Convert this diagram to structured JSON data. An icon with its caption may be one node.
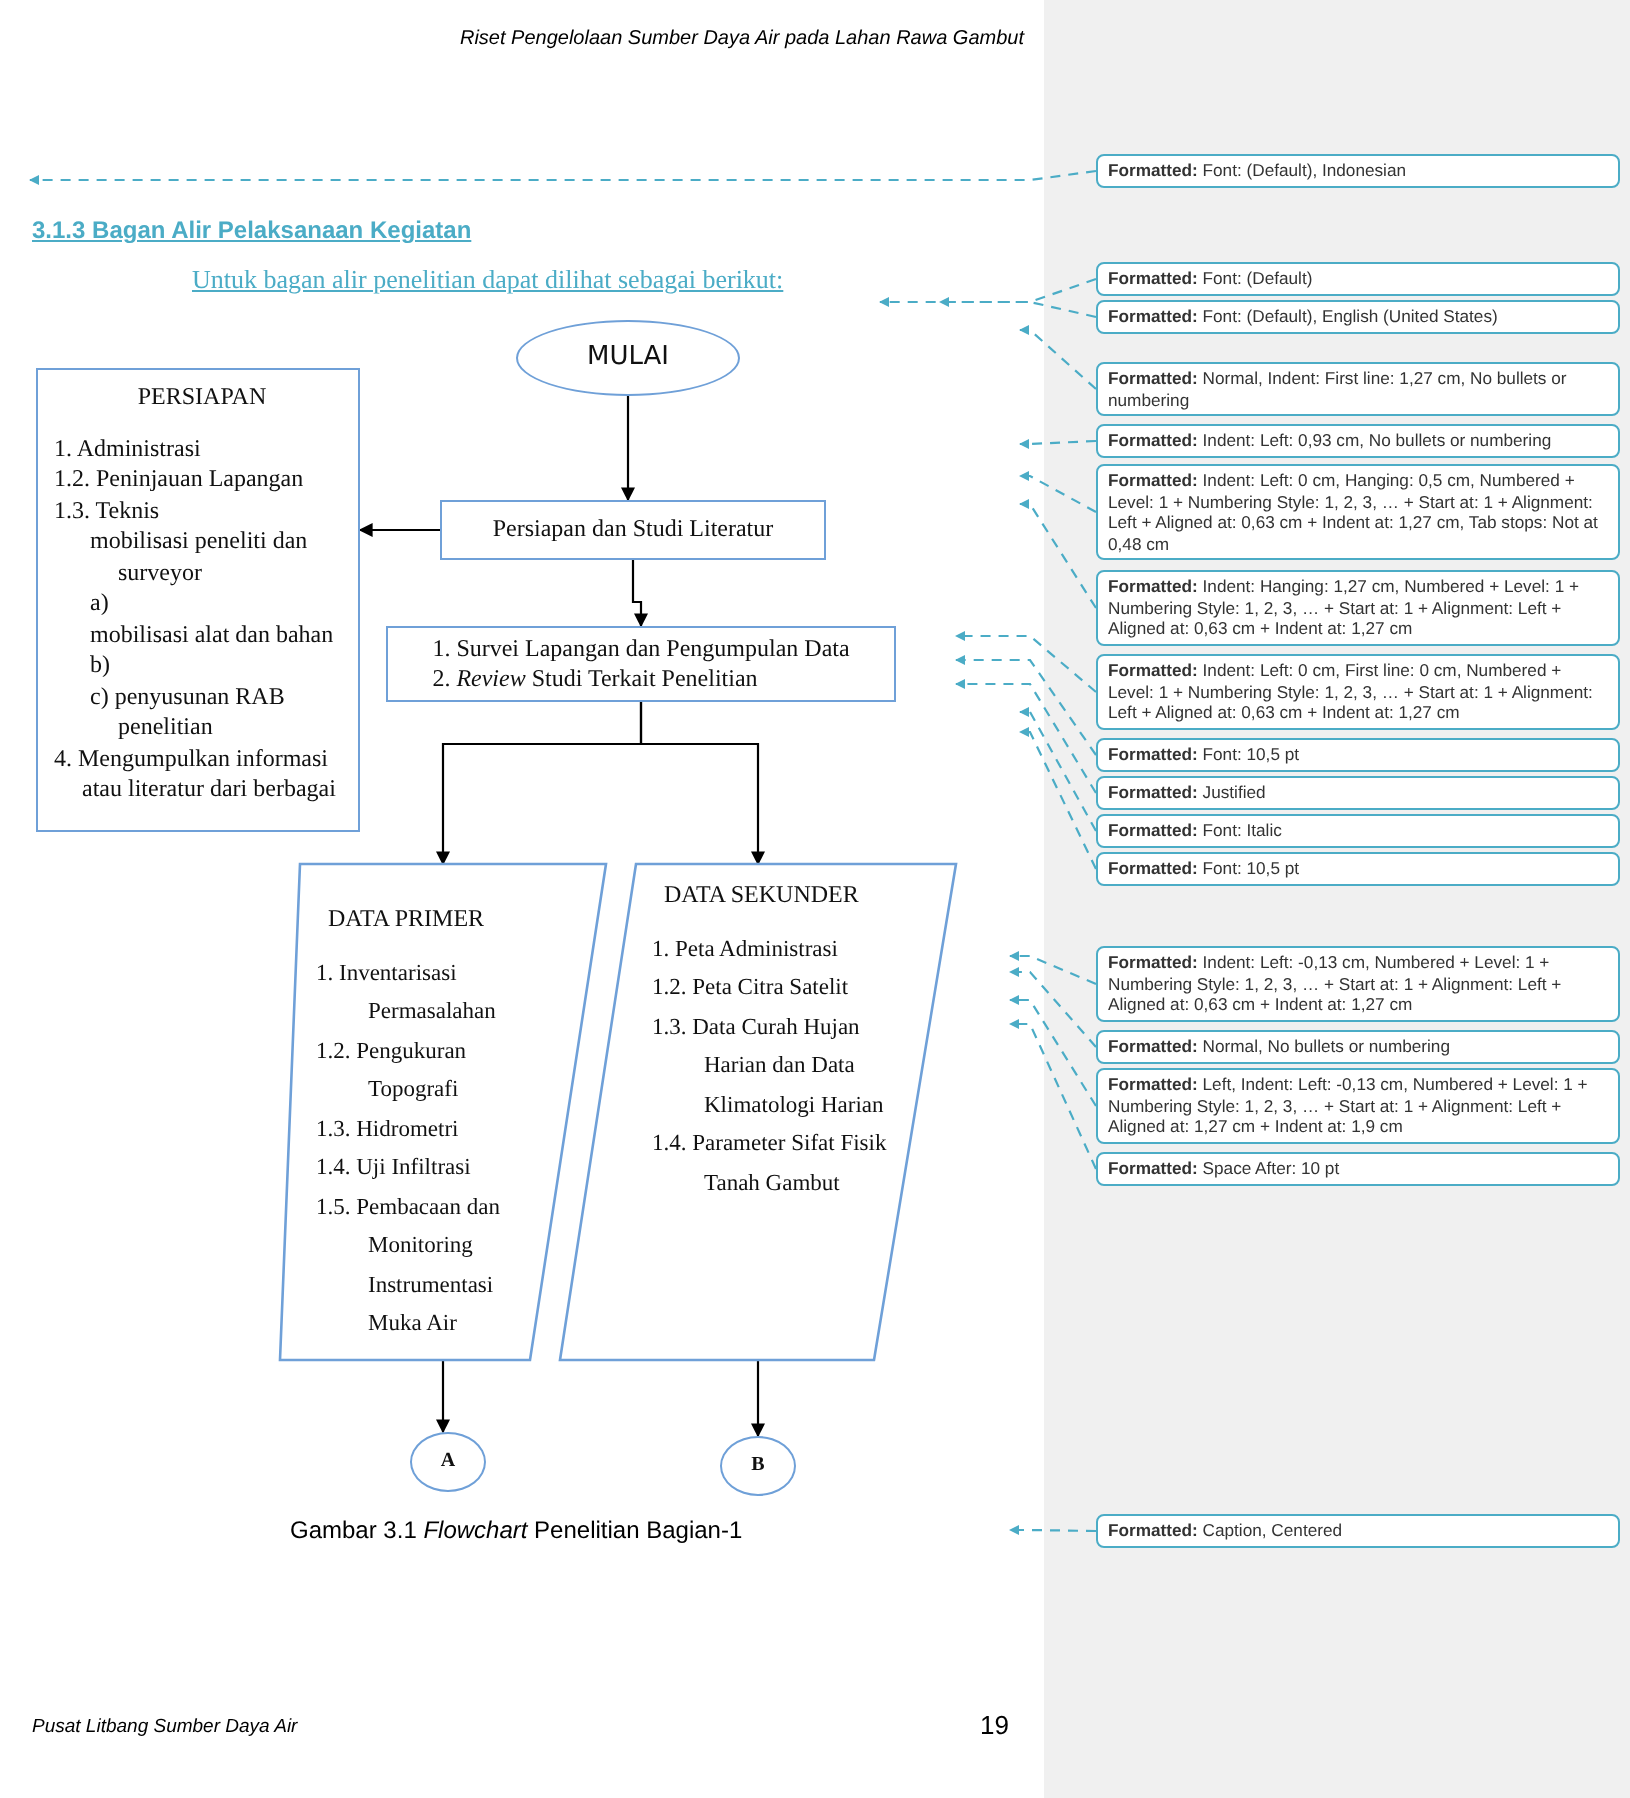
{
  "diagram": {
    "title": "3.1.3 Bagan Alir Pelaksanaan Kegiatan",
    "caption": "Gambar 3.1 *Flowchart* Penelitian Bagian-1",
    "nodes": [
      {
        "text": [
          "MULAI"
        ]
      },
      {
        "text": [
          "PERSIAPAN",
          "1. Administrasi",
          "1.2. Peninjauan Lapangan",
          "1.3. Teknis",
          "mobilisasi peneliti dan surveyor",
          "a)",
          "mobilisasi alat dan bahan",
          "b)",
          "c) penyusunan RAB penelitian",
          "4. Mengumpulkan informasi atau literatur dari berbagai"
        ]
      },
      {
        "text": [
          "Persiapan dan Studi Literatur"
        ]
      },
      {
        "text": [
          "1. Survei Lapangan dan Pengumpulan Data",
          "2. *Review* Studi Terkait Penelitian"
        ]
      },
      {
        "text": [
          "DATA PRIMER",
          "1. Inventarisasi Permasalahan",
          "1.2. Pengukuran Topografi",
          "1.3. Hidrometri",
          "1.4. Uji Infiltrasi",
          "1.5. Pembacaan dan Monitoring Instrumentasi Muka Air"
        ]
      },
      {
        "text": [
          "DATA SEKUNDER",
          "1. Peta Administrasi",
          "1.2. Peta Citra Satelit",
          "1.3. Data Curah Hujan Harian dan Data Klimatologi Harian",
          "1.4. Parameter Sifat Fisik Tanah Gambut"
        ]
      },
      {
        "text": [
          "A"
        ]
      },
      {
        "text": [
          "B"
        ]
      },
      {
        "text": [
          "**Formatted:** Font: (Default), Indonesian"
        ]
      },
      {
        "text": [
          "**Formatted:** Font: (Default)"
        ]
      },
      {
        "text": [
          "**Formatted:** Font: (Default), English (United States)"
        ]
      },
      {
        "text": [
          "**Formatted:** Normal, Indent: First line: 1,27 cm, No bullets or numbering"
        ]
      },
      {
        "text": [
          "**Formatted:** Indent: Left: 0,93 cm, No bullets or numbering"
        ]
      },
      {
        "text": [
          "**Formatted:** Indent: Left: 0 cm, Hanging: 0,5 cm, Numbered + Level: 1 + Numbering Style: 1, 2, 3, … + Start at: 1 + Alignment: Left + Aligned at: 0,63 cm + Indent at: 1,27 cm, Tab stops: Not at 0,48 cm"
        ]
      },
      {
        "text": [
          "**Formatted:** Indent: Hanging: 1,27 cm, Numbered + Level: 1 + Numbering Style: 1, 2, 3, … + Start at: 1 + Alignment: Left + Aligned at: 0,63 cm + Indent at: 1,27 cm"
        ]
      },
      {
        "text": [
          "**Formatted:** Indent: Left: 0 cm, First line: 0 cm, Numbered + Level: 1 + Numbering Style: 1, 2, 3, … + Start at: 1 + Alignment: Left + Aligned at: 0,63 cm + Indent at: 1,27 cm"
        ]
      },
      {
        "text": [
          "**Formatted:** Font: 10,5 pt"
        ]
      },
      {
        "text": [
          "**Formatted:** Justified"
        ]
      },
      {
        "text": [
          "**Formatted:** Font: Italic"
        ]
      },
      {
        "text": [
          "**Formatted:** Font: 10,5 pt"
        ]
      },
      {
        "text": [
          "**Formatted:** Indent: Left: -0,13 cm, Numbered + Level: 1 + Numbering Style: 1, 2, 3, … + Start at: 1 + Alignment: Left + Aligned at: 0,63 cm + Indent at: 1,27 cm"
        ]
      },
      {
        "text": [
          "**Formatted:** Normal, No bullets or numbering"
        ]
      },
      {
        "text": [
          "**Formatted:** Left, Indent: Left: -0,13 cm, Numbered + Level: 1 + Numbering Style: 1, 2, 3, … + Start at: 1 + Alignment: Left + Aligned at: 1,27 cm + Indent at: 1,9 cm"
        ]
      },
      {
        "text": [
          "**Formatted:** Space After: 10 pt"
        ]
      },
      {
        "text": [
          "**Formatted:** Caption, Centered"
        ]
      }
    ],
    "edges": [
      {
        "from": 0,
        "to": 2,
        "arrow": "to",
        "color": "#000000"
      },
      {
        "from": 2,
        "to": 1,
        "arrow": "to",
        "color": "#000000"
      },
      {
        "from": 2,
        "to": 3,
        "arrow": "to",
        "color": "#000000"
      },
      {
        "from": 3,
        "to": 4,
        "arrow": "to",
        "color": "#000000"
      },
      {
        "from": 3,
        "to": 5,
        "arrow": "to",
        "color": "#000000"
      },
      {
        "from": 4,
        "to": 6,
        "arrow": "to",
        "color": "#000000"
      },
      {
        "from": 5,
        "to": 7,
        "arrow": "to",
        "color": "#000000"
      },
      {
        "from": 8,
        "to": null,
        "arrow": "to",
        "style": "dashed",
        "color": "#4bacc6"
      },
      {
        "from": 9,
        "to": null,
        "arrow": "to",
        "style": "dashed",
        "color": "#4bacc6"
      },
      {
        "from": 10,
        "to": null,
        "arrow": "to",
        "style": "dashed",
        "color": "#4bacc6"
      },
      {
        "from": 11,
        "to": null,
        "arrow": "to",
        "style": "dashed",
        "color": "#4bacc6"
      },
      {
        "from": 12,
        "to": null,
        "arrow": "to",
        "style": "dashed",
        "color": "#4bacc6"
      },
      {
        "from": 13,
        "to": null,
        "arrow": "to",
        "style": "dashed",
        "color": "#4bacc6"
      },
      {
        "from": 14,
        "to": null,
        "arrow": "to",
        "style": "dashed",
        "color": "#4bacc6"
      },
      {
        "from": 15,
        "to": null,
        "arrow": "to",
        "style": "dashed",
        "color": "#4bacc6"
      },
      {
        "from": 16,
        "to": null,
        "arrow": "to",
        "style": "dashed",
        "color": "#4bacc6"
      },
      {
        "from": 17,
        "to": null,
        "arrow": "to",
        "style": "dashed",
        "color": "#4bacc6"
      },
      {
        "from": 18,
        "to": null,
        "arrow": "to",
        "style": "dashed",
        "color": "#4bacc6"
      },
      {
        "from": 19,
        "to": null,
        "arrow": "to",
        "style": "dashed",
        "color": "#4bacc6"
      },
      {
        "from": 20,
        "to": null,
        "arrow": "to",
        "style": "dashed",
        "color": "#4bacc6"
      },
      {
        "from": 21,
        "to": null,
        "arrow": "to",
        "style": "dashed",
        "color": "#4bacc6"
      },
      {
        "from": 22,
        "to": null,
        "arrow": "to",
        "style": "dashed",
        "color": "#4bacc6"
      },
      {
        "from": 23,
        "to": null,
        "arrow": "to",
        "style": "dashed",
        "color": "#4bacc6"
      },
      {
        "from": 24,
        "to": null,
        "arrow": "to",
        "style": "dashed",
        "color": "#4bacc6"
      }
    ],
    "labels": [
      "Riset Pengelolaan Sumber Daya Air pada Lahan Rawa Gambut",
      "Untuk bagan alir penelitian dapat dilihat sebagai berikut:",
      "Pusat Litbang Sumber Daya Air",
      "19"
    ]
  }
}
